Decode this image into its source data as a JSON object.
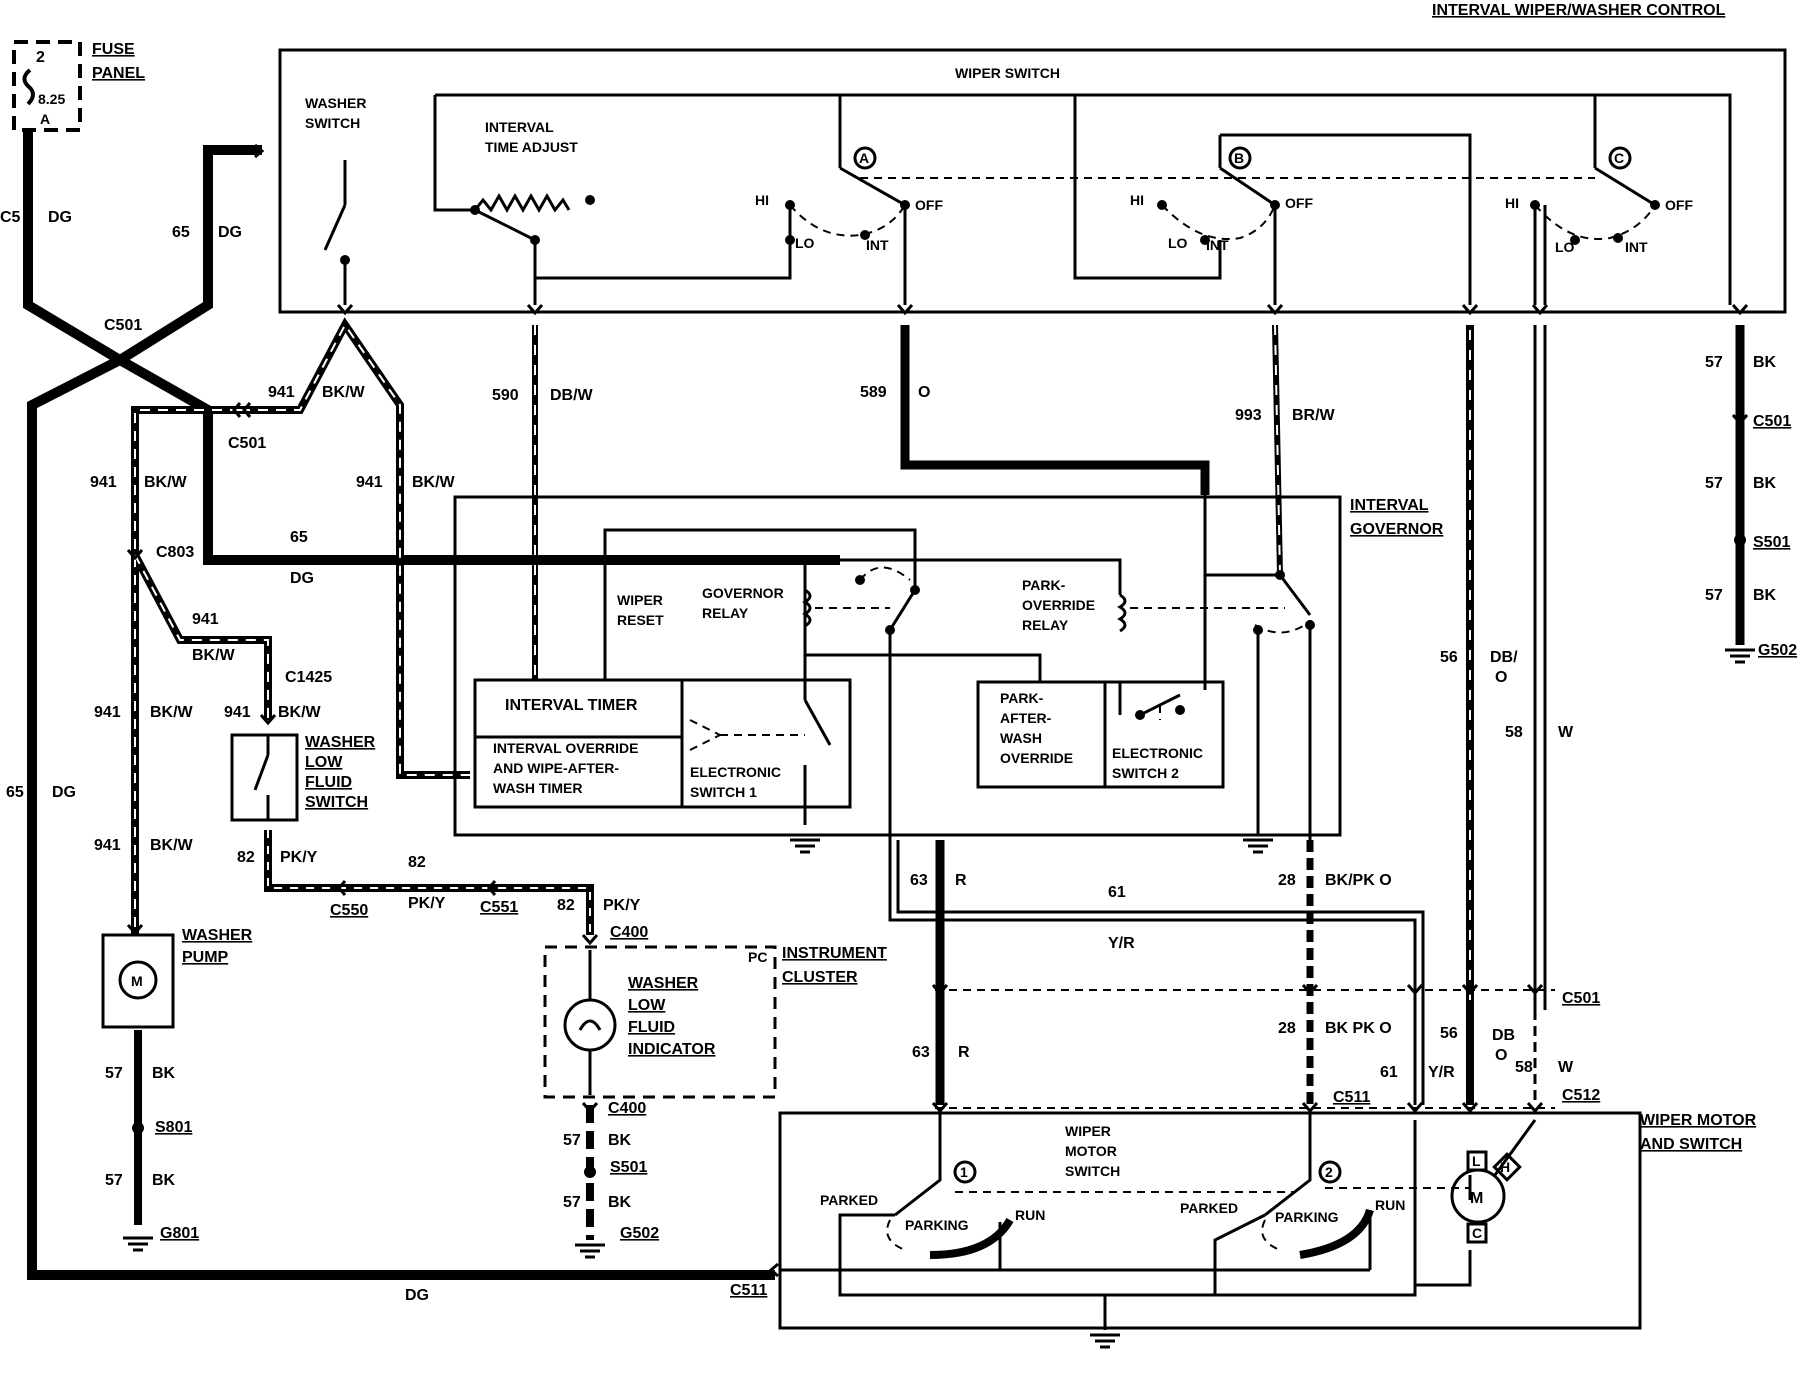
{
  "page_title": "INTERVAL WIPER/WASHER CONTROL",
  "fuse": {
    "number": "2",
    "rating": "8.25",
    "unit": "A",
    "label": "FUSE",
    "label2": "PANEL"
  },
  "components": {
    "wiper_switch": "WIPER SWITCH",
    "washer_switch": "WASHER",
    "washer_switch2": "SWITCH",
    "interval_time_adjust": "INTERVAL",
    "interval_time_adjust2": "TIME ADJUST",
    "interval_governor": "INTERVAL",
    "interval_governor2": "GOVERNOR",
    "wiper_reset": "WIPER",
    "wiper_reset2": "RESET",
    "governor_relay": "GOVERNOR",
    "governor_relay2": "RELAY",
    "park_override_relay": "PARK-",
    "park_override_relay2": "OVERRIDE",
    "park_override_relay3": "RELAY",
    "interval_timer": "INTERVAL TIMER",
    "interval_override": "INTERVAL OVERRIDE",
    "interval_override2": "AND WIPE-AFTER-",
    "interval_override3": "WASH TIMER",
    "electronic_switch1": "ELECTRONIC",
    "electronic_switch1b": "SWITCH 1",
    "park_after_wash": "PARK-",
    "park_after_wash2": "AFTER-",
    "park_after_wash3": "WASH",
    "park_after_wash4": "OVERRIDE",
    "electronic_switch2": "ELECTRONIC",
    "electronic_switch2b": "SWITCH 2",
    "washer_low_fluid_switch": "WASHER",
    "washer_low_fluid_switch2": "LOW",
    "washer_low_fluid_switch3": "FLUID",
    "washer_low_fluid_switch4": "SWITCH",
    "washer_pump": "WASHER",
    "washer_pump2": "PUMP",
    "instrument_cluster": "INSTRUMENT",
    "instrument_cluster2": "CLUSTER",
    "pc": "PC",
    "washer_low_fluid_indicator": "WASHER",
    "washer_low_fluid_indicator2": "LOW",
    "washer_low_fluid_indicator3": "FLUID",
    "washer_low_fluid_indicator4": "INDICATOR",
    "wiper_motor_and_switch": "WIPER MOTOR",
    "wiper_motor_and_switch2": "AND SWITCH",
    "wiper_motor_switch": "WIPER",
    "wiper_motor_switch2": "MOTOR",
    "wiper_motor_switch3": "SWITCH",
    "motor": "M"
  },
  "switch_positions": {
    "hi": "HI",
    "lo": "LO",
    "int": "INT",
    "off": "OFF",
    "a": "A",
    "b": "B",
    "c": "C"
  },
  "motor_switch": {
    "parked": "PARKED",
    "parking": "PARKING",
    "run": "RUN",
    "one": "1",
    "two": "2",
    "L": "L",
    "H": "H",
    "C": "C"
  },
  "connectors": {
    "c501": "C501",
    "c803": "C803",
    "c1425": "C1425",
    "c550": "C550",
    "c551": "C551",
    "c400": "C400",
    "c511": "C511",
    "c512": "C512",
    "s501": "S501",
    "s801": "S801",
    "g502": "G502",
    "g801": "G801"
  },
  "wires": {
    "c65": "65",
    "dg": "DG",
    "c941": "941",
    "bkw": "BK/W",
    "c590": "590",
    "dbw": "DB/W",
    "c589": "589",
    "o": "O",
    "c993": "993",
    "brw": "BR/W",
    "c57": "57",
    "bk": "BK",
    "c56": "56",
    "dbo": "DB/",
    "o2": "O",
    "c58": "58",
    "w": "W",
    "c82": "82",
    "pky": "PK/Y",
    "c63": "63",
    "r": "R",
    "c61": "61",
    "yr": "Y/R",
    "c28": "28",
    "bkpko": "BK/PK O",
    "c05": "C5",
    "db": "DB",
    "bkpk": "BK PK O"
  }
}
